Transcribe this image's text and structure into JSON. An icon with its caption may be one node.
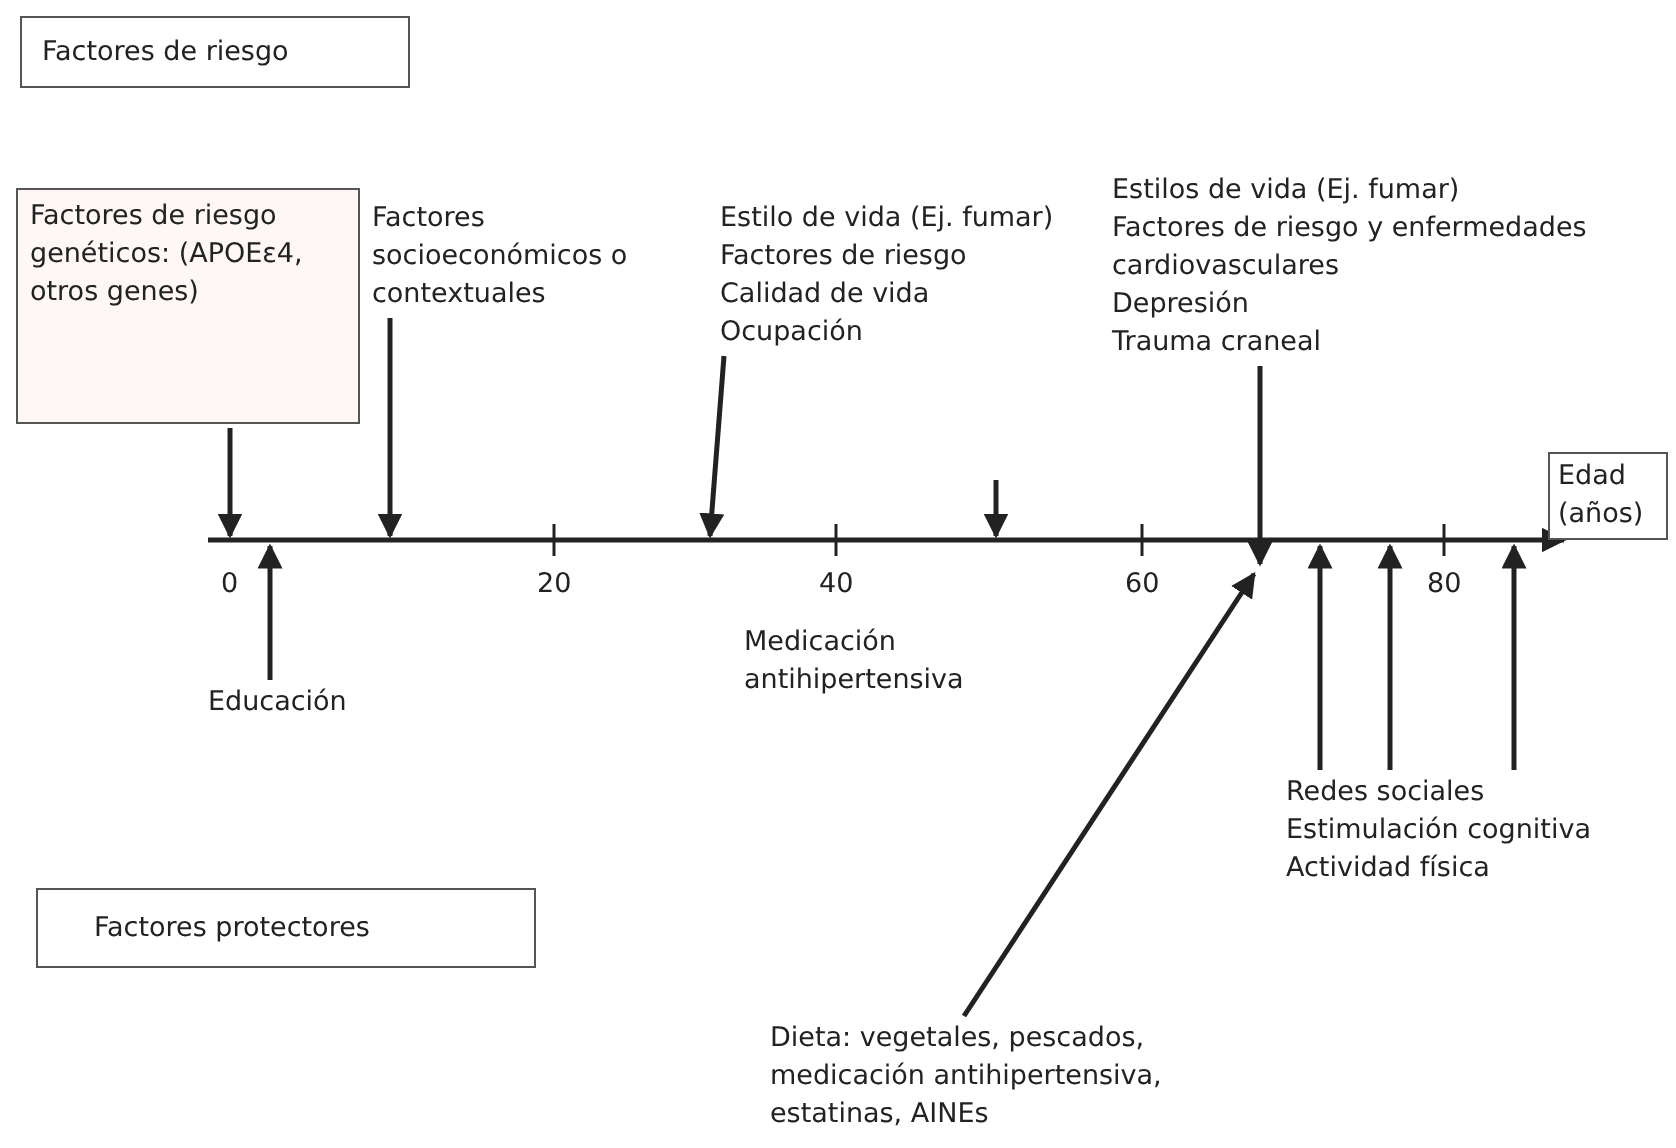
{
  "diagram": {
    "nodes": [
      {
        "text": [
          "Factores de riesgo"
        ]
      },
      {
        "text": [
          "Factores de riesgo genéticos: (APOEε4, otros genes)"
        ]
      },
      {
        "text": [
          "Factores socioeconómicos o contextuales"
        ]
      },
      {
        "text": [
          "Estilo de vida (Ej. fumar)",
          "Factores de riesgo",
          "Calidad de vida",
          "Ocupación"
        ]
      },
      {
        "text": [
          "Estilos de vida (Ej. fumar)",
          "Factores de riesgo y enfermedades cardiovasculares",
          "Depresión",
          "Trauma craneal"
        ]
      },
      {
        "text": [
          "Edad (años)"
        ]
      },
      {
        "text": [
          "Educación"
        ]
      },
      {
        "text": [
          "Redes sociales",
          "Estimulación cognitiva",
          "Actividad física"
        ]
      },
      {
        "text": [
          "Factores protectores"
        ]
      },
      {
        "text": [
          "Dieta: vegetales, pescados, medicación antihipertensiva, estatinas, AINEs"
        ]
      },
      {
        "text": [],
        "shape": "line"
      }
    ],
    "edges": [
      {
        "from": 1,
        "to": 10,
        "arrow": "to"
      },
      {
        "from": 2,
        "to": 10,
        "arrow": "to"
      },
      {
        "from": 3,
        "to": 10,
        "arrow": "to"
      },
      {
        "from": 4,
        "to": 10,
        "arrow": "to"
      },
      {
        "from": 6,
        "to": 10,
        "arrow": "to"
      },
      {
        "from": 7,
        "to": 10,
        "arrow": "to"
      },
      {
        "from": 7,
        "to": 10,
        "arrow": "to"
      },
      {
        "from": 7,
        "to": 10,
        "arrow": "to"
      },
      {
        "from": 9,
        "to": 10,
        "arrow": "to"
      },
      {
        "from": null,
        "to": 10,
        "arrow": "to"
      }
    ],
    "labels": [
      "0",
      "20",
      "40",
      "60",
      "80",
      "Medicación antihipertensiva"
    ]
  }
}
